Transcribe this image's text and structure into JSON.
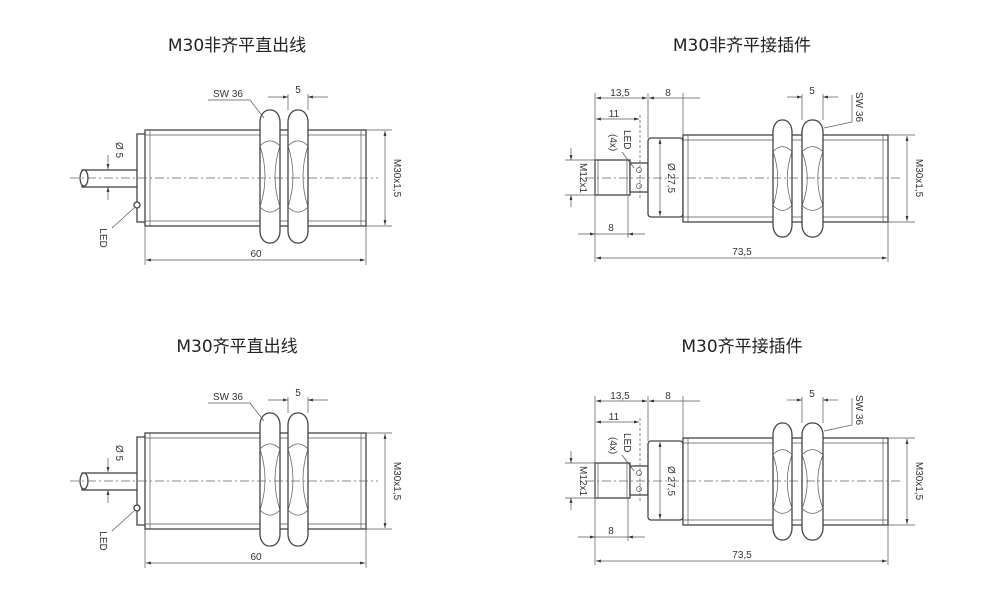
{
  "panels": [
    {
      "title": "M30非齐平直出线",
      "type": "cable",
      "labels": {
        "sw": "SW 36",
        "nut": "5",
        "dia": "Ø 5",
        "thread": "M30x1,5",
        "length": "60",
        "led": "LED"
      }
    },
    {
      "title": "M30非齐平接插件",
      "type": "connector",
      "labels": {
        "a": "13,5",
        "b": "8",
        "c": "11",
        "led": "LED",
        "led_count": "(4x)",
        "m12": "M12x1",
        "dia": "Ø 27,5",
        "nut": "5",
        "sw": "SW 36",
        "thread": "M30x1,5",
        "d": "8",
        "length": "73,5"
      }
    },
    {
      "title": "M30齐平直出线",
      "type": "cable",
      "labels": {
        "sw": "SW 36",
        "nut": "5",
        "dia": "Ø 5",
        "thread": "M30x1,5",
        "length": "60",
        "led": "LED"
      }
    },
    {
      "title": "M30齐平接插件",
      "type": "connector",
      "labels": {
        "a": "13,5",
        "b": "8",
        "c": "11",
        "led": "LED",
        "led_count": "(4x)",
        "m12": "M12x1",
        "dia": "Ø 27,5",
        "nut": "5",
        "sw": "SW 36",
        "thread": "M30x1,5",
        "d": "8",
        "length": "73,5"
      }
    }
  ]
}
